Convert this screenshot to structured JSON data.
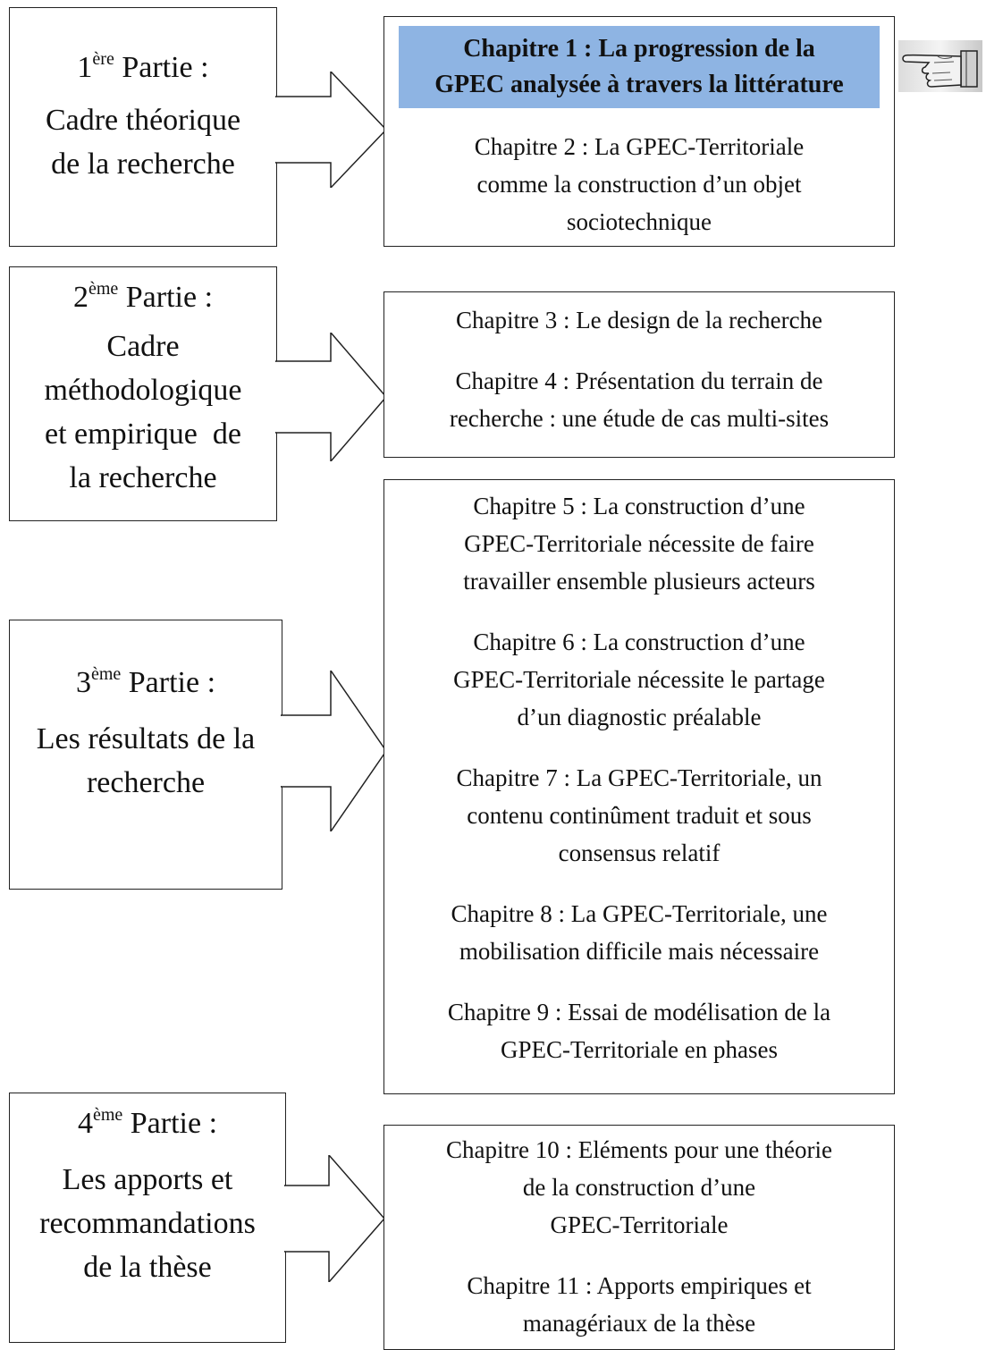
{
  "parts": [
    {
      "num": "1",
      "sup": "ère",
      "suffix": " Partie :",
      "desc": [
        "Cadre théorique",
        "de la recherche"
      ]
    },
    {
      "num": "2",
      "sup": "ème",
      "suffix": " Partie :",
      "desc": [
        "Cadre",
        "méthodologique",
        "et empirique  de",
        "la recherche"
      ]
    },
    {
      "num": "3",
      "sup": "ème",
      "suffix": " Partie :",
      "desc": [
        "Les résultats de la",
        "recherche"
      ]
    },
    {
      "num": "4",
      "sup": "ème",
      "suffix": " Partie :",
      "desc": [
        "Les apports et",
        "recommandations",
        "de la thèse"
      ]
    }
  ],
  "chapters": {
    "ch1": [
      "Chapitre 1 : La progression de la",
      "GPEC analysée à travers la littérature"
    ],
    "ch2": [
      "Chapitre 2 : La GPEC-Territoriale",
      "comme la construction d’un objet",
      "sociotechnique"
    ],
    "ch3": [
      "Chapitre 3 : Le design de la recherche"
    ],
    "ch4": [
      "Chapitre 4 : Présentation du terrain de",
      "recherche : une étude de cas multi-sites"
    ],
    "ch5": [
      "Chapitre 5 : La construction d’une",
      "GPEC-Territoriale nécessite de faire",
      "travailler ensemble plusieurs acteurs"
    ],
    "ch6": [
      "Chapitre 6 : La construction d’une",
      "GPEC-Territoriale nécessite le partage",
      "d’un diagnostic préalable"
    ],
    "ch7": [
      "Chapitre 7 : La GPEC-Territoriale, un",
      "contenu continûment traduit et sous",
      "consensus relatif"
    ],
    "ch8": [
      "Chapitre 8 : La GPEC-Territoriale, une",
      "mobilisation difficile mais nécessaire"
    ],
    "ch9": [
      "Chapitre 9 : Essai de modélisation de la",
      "GPEC-Territoriale en phases"
    ],
    "ch10": [
      "Chapitre 10 : Eléments pour une théorie",
      "de la construction d’une",
      "GPEC-Territoriale"
    ],
    "ch11": [
      "Chapitre 11 : Apports empiriques et",
      "managériaux de la thèse"
    ]
  },
  "colors": {
    "highlight": "#8eb4e3",
    "border": "#222222"
  },
  "icons": {
    "pointer": "pointing-hand-icon"
  }
}
